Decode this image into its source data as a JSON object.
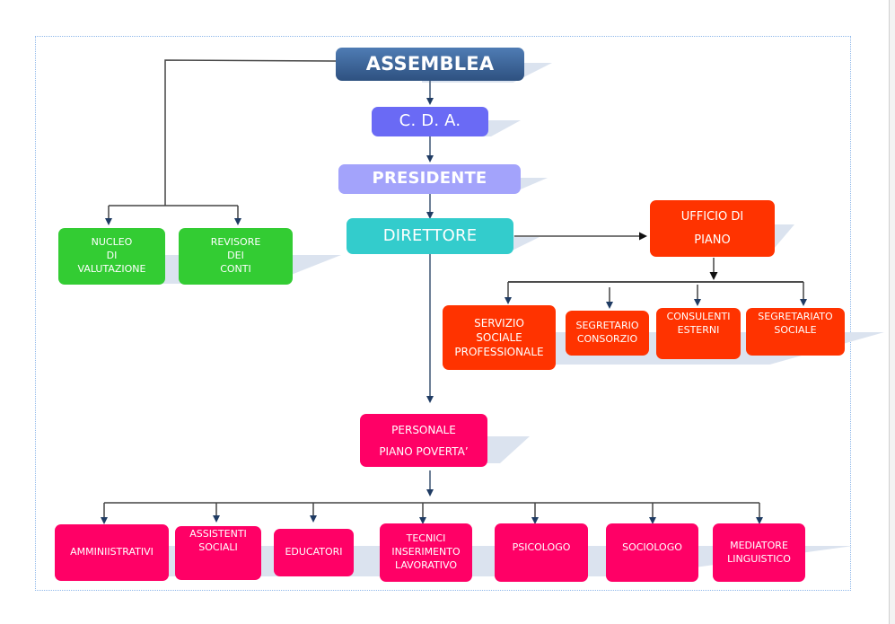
{
  "diagram": {
    "title": "Organigramma",
    "colors": {
      "top": "#3e6a9f",
      "cda": "#6a6af5",
      "presidente": "#a3a3fb",
      "direttore": "#33cccc",
      "green": "#33cc33",
      "orange": "#ff3300",
      "pink": "#ff0066",
      "connector": "#1f3b63",
      "shadow": "#dbe3ef"
    },
    "nodes": {
      "assemblea": "ASSEMBLEA",
      "cda": "C. D. A.",
      "presidente": "PRESIDENTE",
      "direttore": "DIRETTORE",
      "nucleo": [
        "NUCLEO",
        "DI",
        "VALUTAZIONE"
      ],
      "revisore": [
        "REVISORE",
        "DEI",
        "CONTI"
      ],
      "ufficio": [
        "UFFICIO DI",
        "PIANO"
      ],
      "servizio": [
        "SERVIZIO",
        "SOCIALE",
        "PROFESSIONALE"
      ],
      "segretario": [
        "SEGRETARIO",
        "CONSORZIO"
      ],
      "consulenti": [
        "CONSULENTI",
        "ESTERNI"
      ],
      "segretariato": [
        "SEGRETARIATO",
        "SOCIALE"
      ],
      "personale": [
        "PERSONALE",
        "PIANO POVERTA’"
      ],
      "amministrativi": "AMMINIISTRATIVI",
      "assistenti": [
        "ASSISTENTI",
        "SOCIALI"
      ],
      "educatori": "EDUCATORI",
      "tecnici": [
        "TECNICI",
        "INSERIMENTO",
        "LAVORATIVO"
      ],
      "psicologo": "PSICOLOGO",
      "sociologo": "SOCIOLOGO",
      "mediatore": [
        "MEDIATORE",
        "LINGUISTICO"
      ]
    }
  }
}
